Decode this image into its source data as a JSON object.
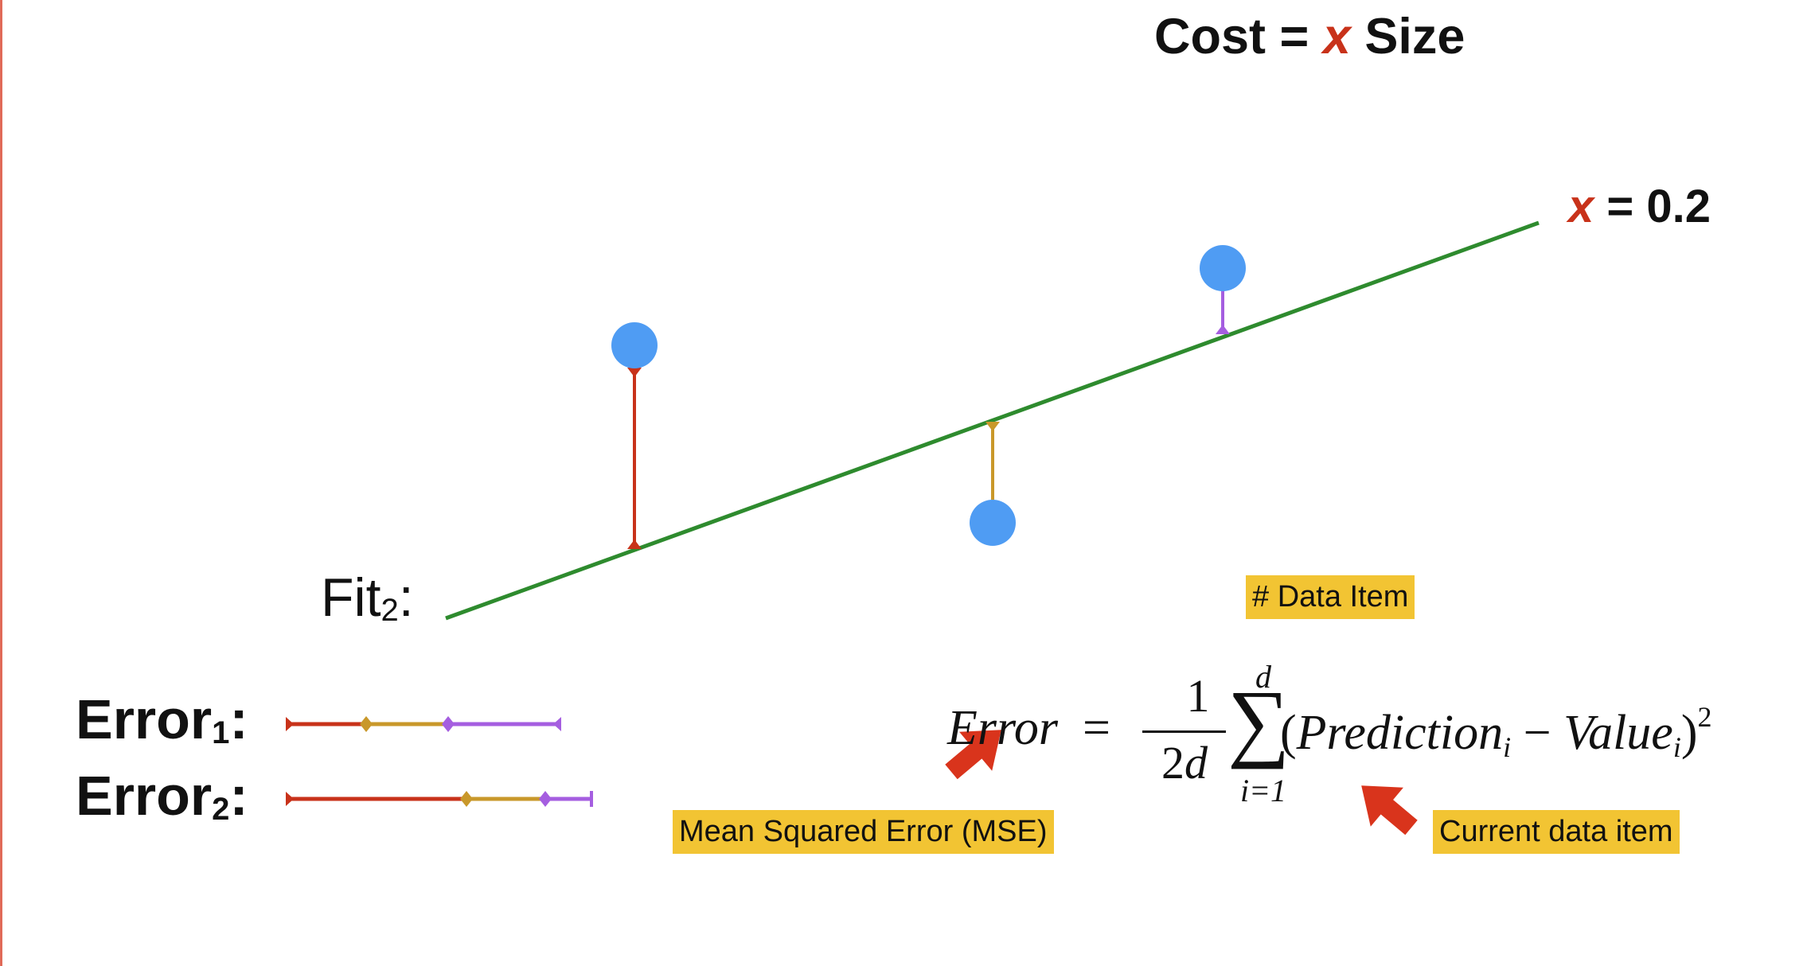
{
  "title": {
    "prefix": "Cost =",
    "var": "x",
    "suffix": "Size"
  },
  "param": {
    "var": "x",
    "value": "= 0.2"
  },
  "fit": {
    "label": "Fit",
    "sub": "2",
    "colon": ":"
  },
  "errors": [
    {
      "label": "Error",
      "sub": "1",
      "colon": ":"
    },
    {
      "label": "Error",
      "sub": "2",
      "colon": ":"
    }
  ],
  "tags": {
    "data_item": "# Data Item",
    "mse": "Mean Squared Error (MSE)",
    "current": "Current data item"
  },
  "formula": {
    "lhs": "Error",
    "eq": "=",
    "num": "1",
    "den_coef": "2",
    "den_var": "d",
    "sum_top": "d",
    "sum_bottom": "i=1",
    "open": "(",
    "pred": "Prediction",
    "pred_sub": "i",
    "minus": "−",
    "val": "Value",
    "val_sub": "i",
    "close": ")",
    "power": "2"
  },
  "colors": {
    "fit_line": "#2e8b2e",
    "point": "#4f9cf3",
    "error_red": "#c8321a",
    "error_gold": "#c9982a",
    "error_purple": "#a55ee0",
    "arrow": "#d9341c",
    "tag_bg": "#f2c433"
  }
}
